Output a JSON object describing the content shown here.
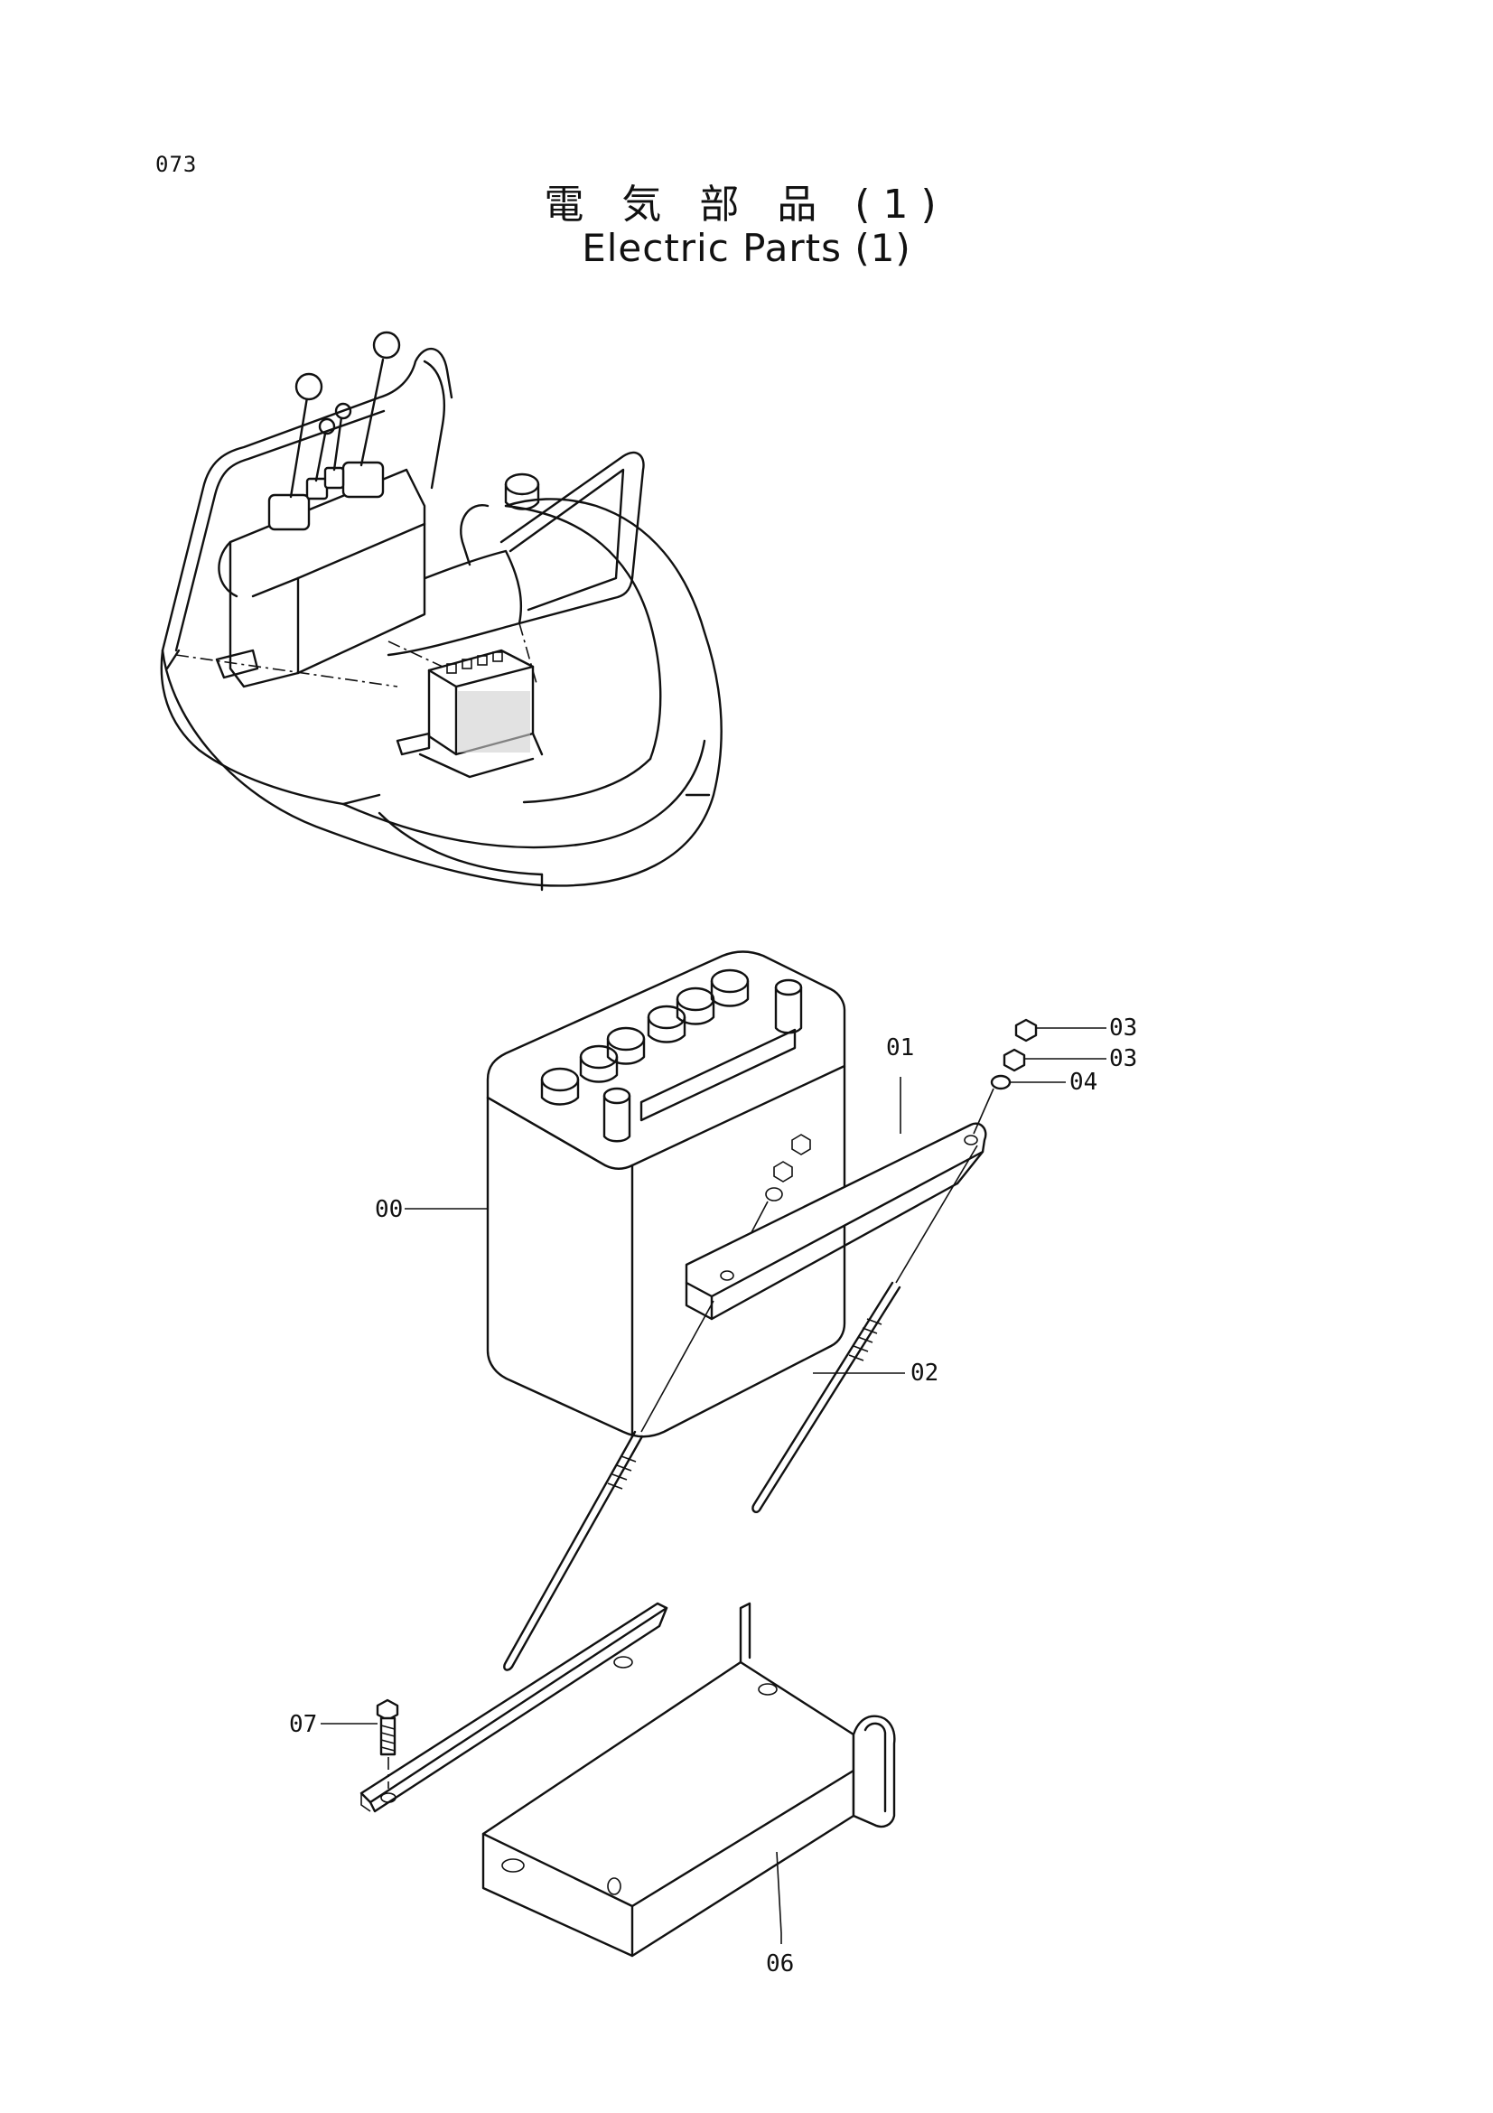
{
  "page": {
    "number": "073",
    "title_ja": "電 気 部 品 (1)",
    "title_en": "Electric Parts (1)"
  },
  "callouts": {
    "c00": "00",
    "c01": "01",
    "c02": "02",
    "c03a": "03",
    "c03b": "03",
    "c04": "04",
    "c06": "06",
    "c07": "07"
  }
}
